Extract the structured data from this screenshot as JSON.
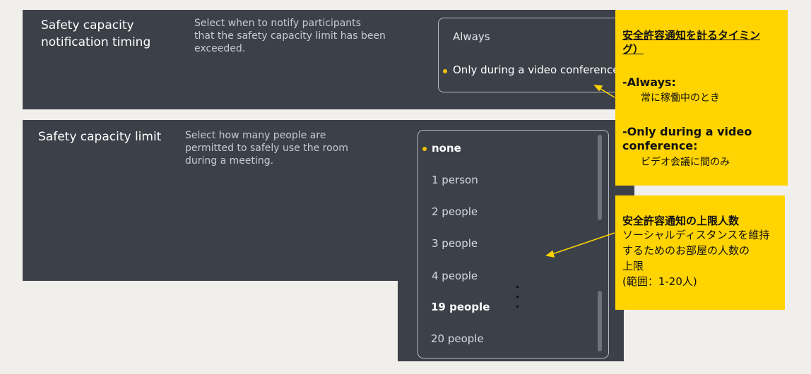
{
  "timing": {
    "title_line1": "Safety capacity",
    "title_line2": "notification timing",
    "desc_line1": "Select when to notify participants",
    "desc_line2": "that the safety capacity limit has been",
    "desc_line3": "exceeded.",
    "options": [
      "Always",
      "Only during a video conference"
    ],
    "selected": "Only during a video conference"
  },
  "limit": {
    "title": "Safety capacity limit",
    "desc_line1": "Select how many people are",
    "desc_line2": "permitted to safely use the room",
    "desc_line3": "during a meeting.",
    "options": [
      "none",
      "1 person",
      "2 people",
      "3 people",
      "4 people",
      "19 people",
      "20 people"
    ],
    "selected": "none"
  },
  "callout_timing": {
    "heading_line1": "安全許容通知を計るタイミン",
    "heading_line2": "グ）",
    "always_label": "-Always:",
    "always_desc": "常に稼働中のとき",
    "video_label_line1": "-Only during a video",
    "video_label_line2": "conference:",
    "video_desc": "ビデオ会議に間のみ"
  },
  "callout_limit": {
    "heading": "安全許容通知の上限人数",
    "line1": "ソーシャルディスタンスを維持",
    "line2": "するためのお部屋の人数の",
    "line3": "上限",
    "line4": "(範囲：1-20人)"
  },
  "colors": {
    "panel": "#3c4149",
    "accent_dot": "#f2c200",
    "callout": "#ffd400",
    "background": "#f1efec"
  }
}
